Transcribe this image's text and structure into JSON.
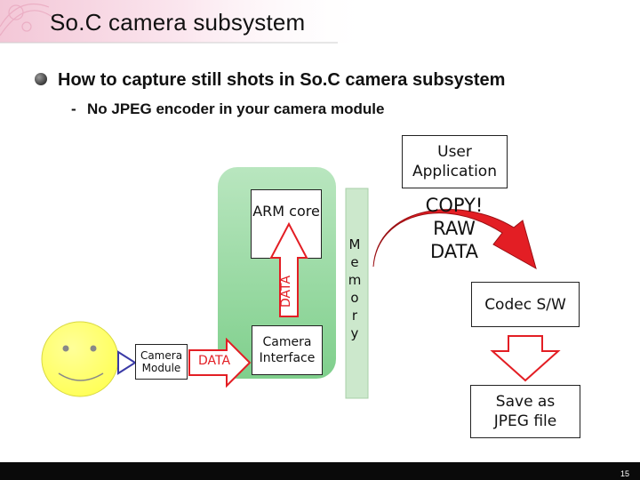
{
  "slide": {
    "title": "So.C camera subsystem",
    "bullet": "How to capture still shots in So.C camera subsystem",
    "sub_dash": "-",
    "sub_bullet": "No JPEG encoder in your camera module",
    "page_number": "15"
  },
  "diagram": {
    "user_application": "User Application",
    "arm_core": "ARM core",
    "data_vertical": "DATA",
    "camera_module": "Camera Module",
    "data_label": "DATA",
    "camera_interface": "Camera Interface",
    "memory_letters": [
      "M",
      "e",
      "m",
      "o",
      "r",
      "y"
    ],
    "copy_raw_data": [
      "COPY!",
      "RAW",
      "DATA"
    ],
    "codec": "Codec S/W",
    "save_jpeg": "Save as JPEG file"
  },
  "colors": {
    "green_block": "#8fd49b",
    "memory_bar": "#cce8cc",
    "red_arrow": "#e31e24",
    "blue_arrow": "#3a3aa6",
    "face": "#ffff66",
    "header_pink": "#f6d6e2"
  }
}
